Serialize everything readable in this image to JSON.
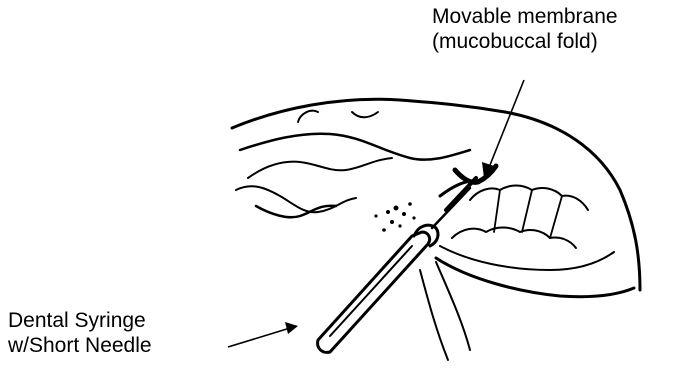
{
  "labels": {
    "membrane_line1": "Movable membrane",
    "membrane_line2": "(mucobuccal fold)",
    "syringe_line1": "Dental Syringe",
    "syringe_line2": "w/Short Needle"
  }
}
